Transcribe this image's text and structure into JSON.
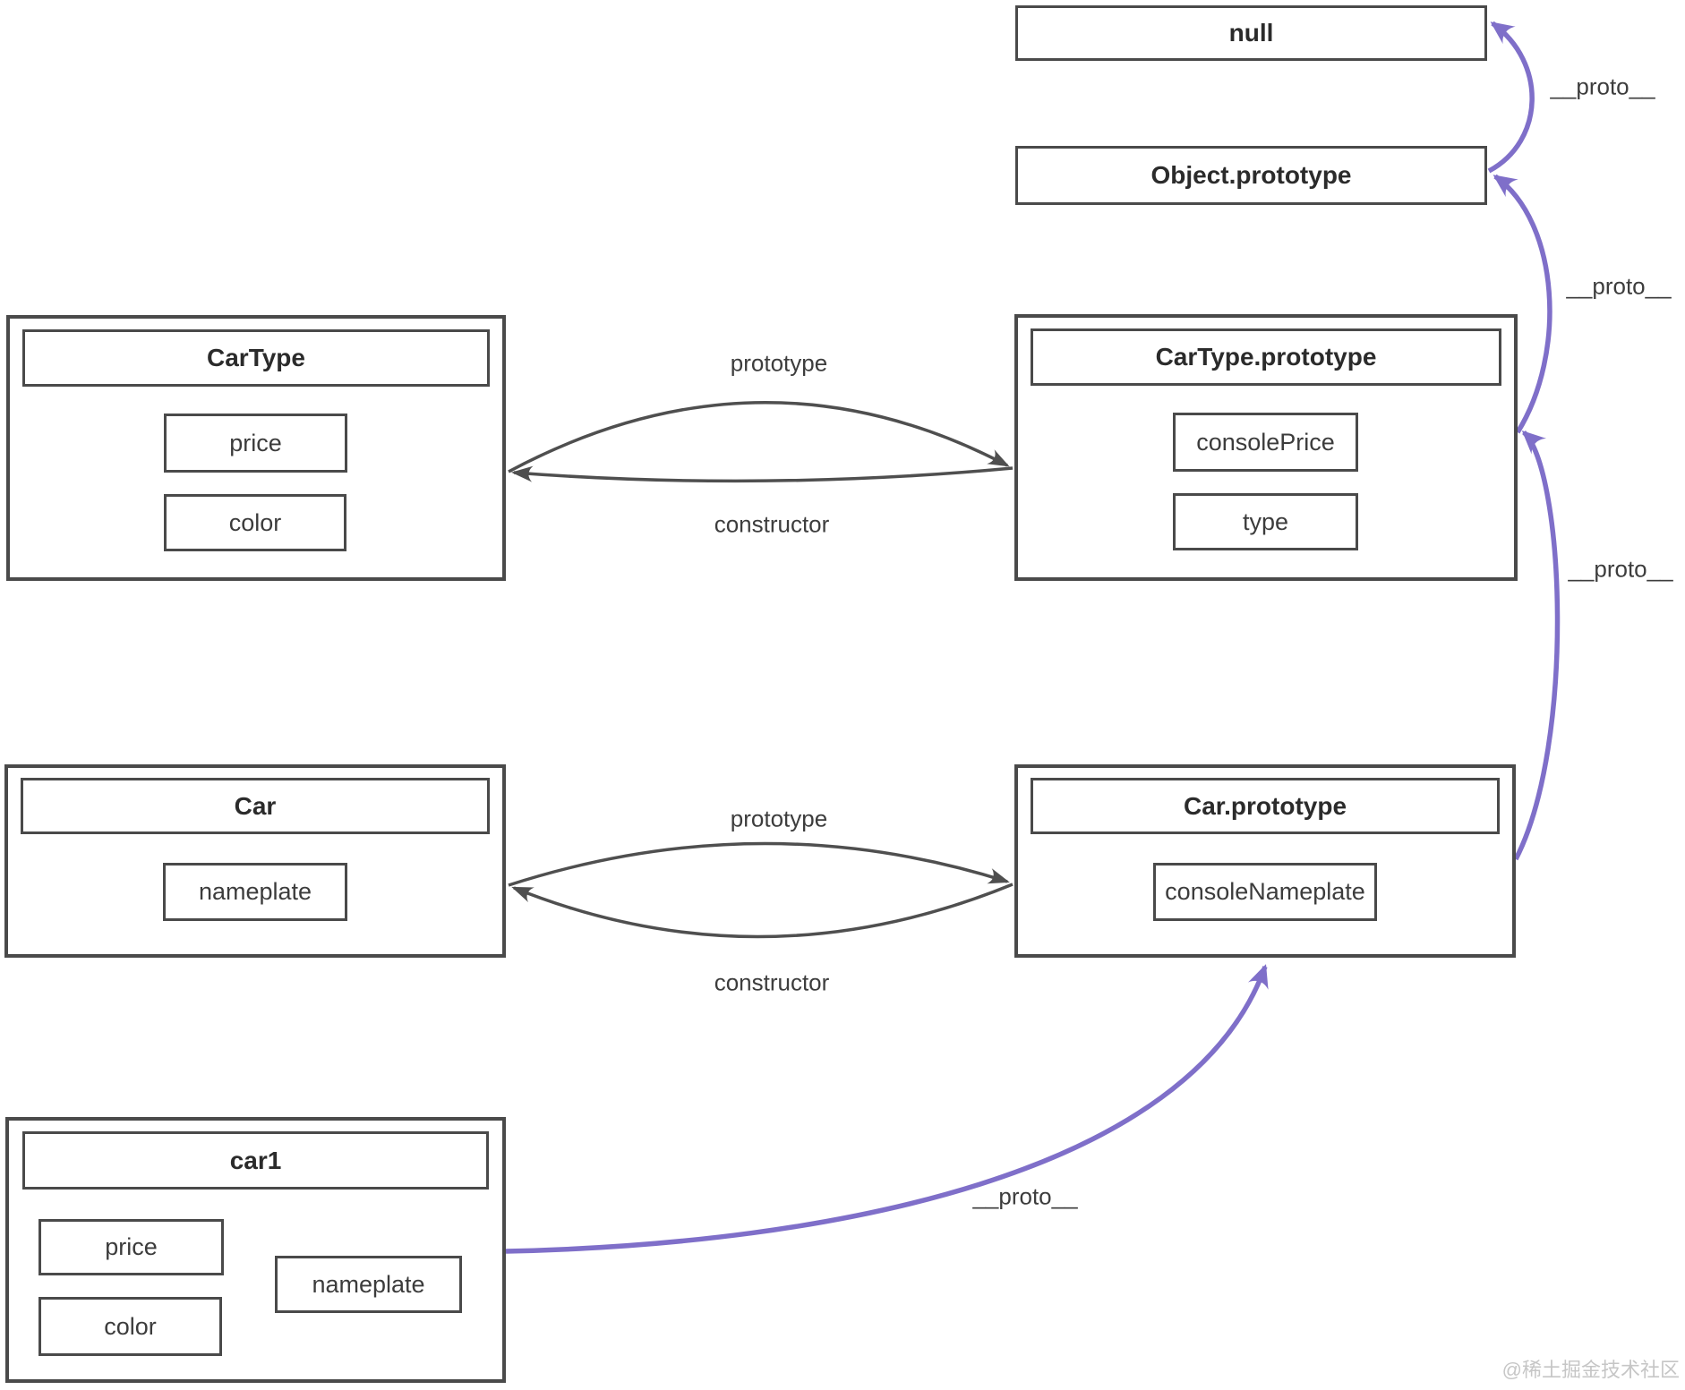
{
  "colors": {
    "arrow_purple": "#7f6fc9",
    "arrow_gray": "#4f4f4f",
    "border": "#4a4a4a",
    "title_text": "#2b2b2b",
    "member_text": "#3c3c3c",
    "label_text": "#3d3d3d",
    "watermark_text": "#c6c6c6"
  },
  "nodes": {
    "null_box": {
      "title": "null"
    },
    "object_prototype": {
      "title": "Object.prototype"
    },
    "cartype": {
      "title": "CarType",
      "members": [
        "price",
        "color"
      ]
    },
    "cartype_prototype": {
      "title": "CarType.prototype",
      "members": [
        "consolePrice",
        "type"
      ]
    },
    "car": {
      "title": "Car",
      "members": [
        "nameplate"
      ]
    },
    "car_prototype": {
      "title": "Car.prototype",
      "members": [
        "consoleNameplate"
      ]
    },
    "car1": {
      "title": "car1",
      "members": [
        "price",
        "color",
        "nameplate"
      ]
    }
  },
  "edges": {
    "prototype_label": "prototype",
    "constructor_label": "constructor",
    "proto_label": "__proto__"
  },
  "watermark": "@稀土掘金技术社区"
}
